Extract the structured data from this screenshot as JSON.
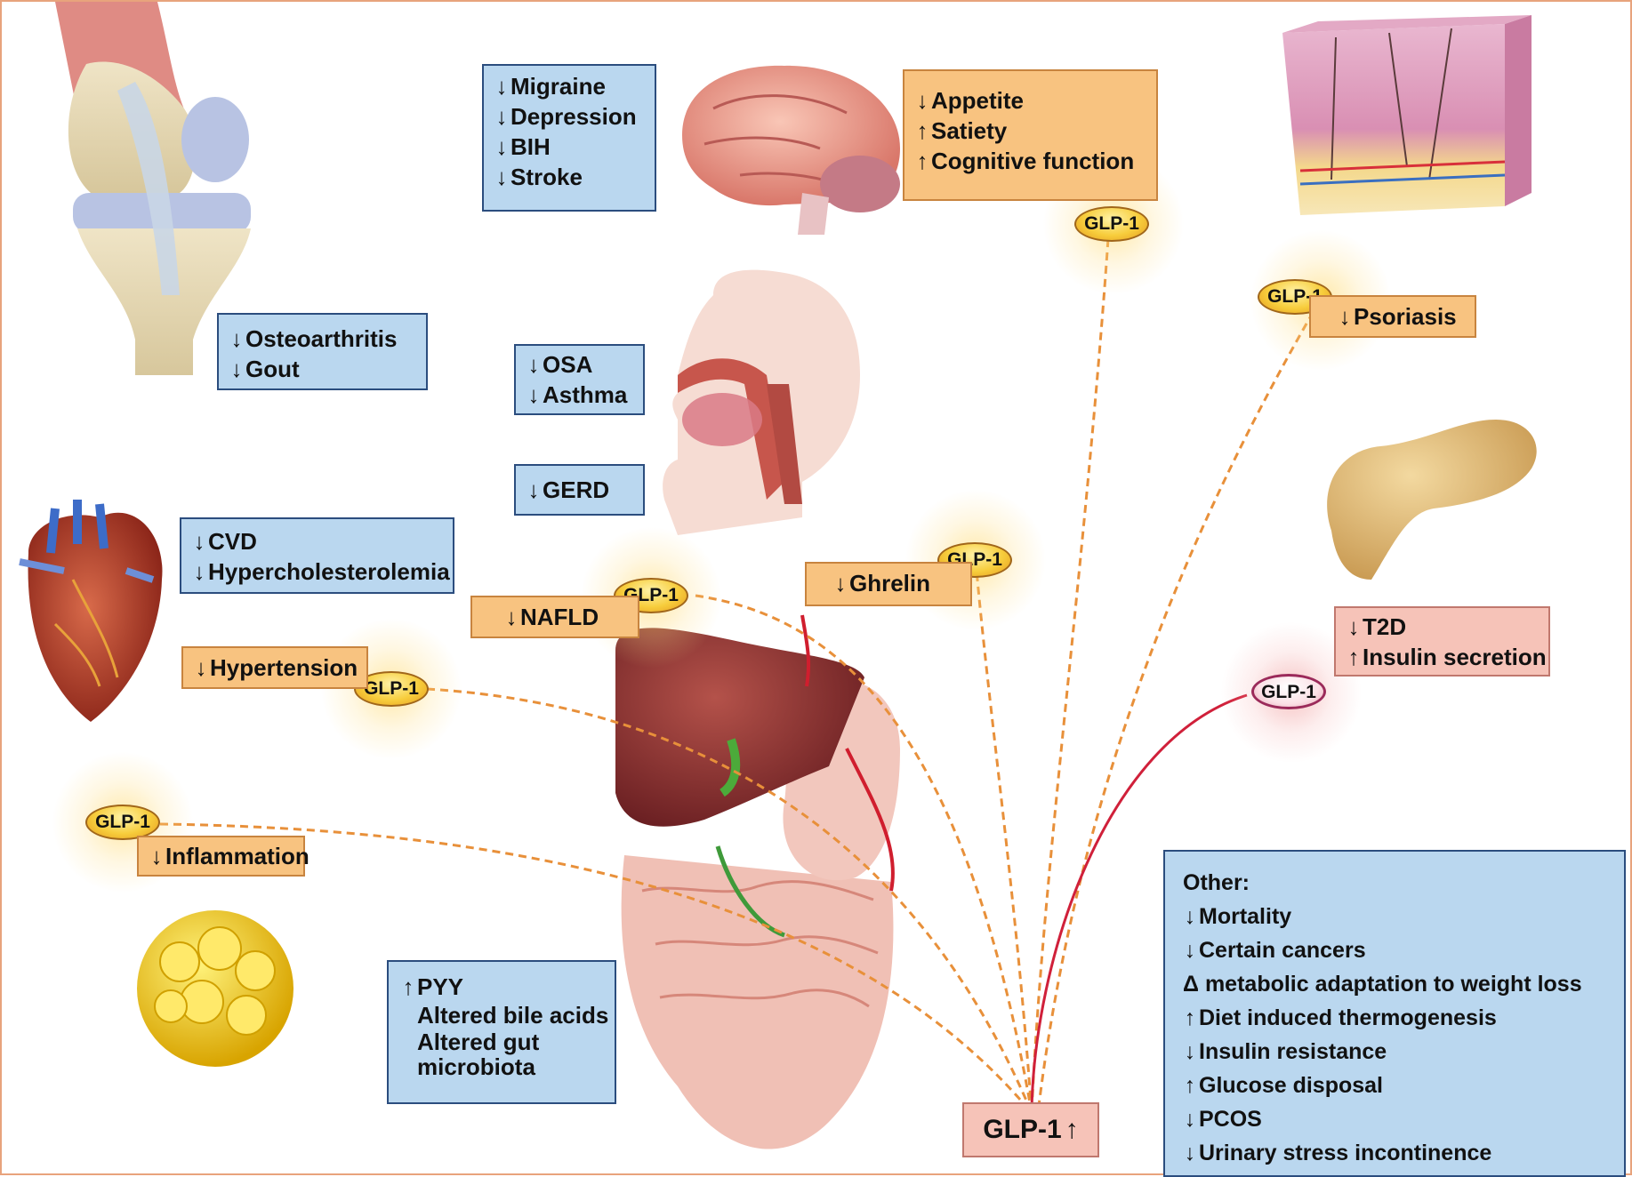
{
  "glp_label": "GLP-1",
  "colors": {
    "blue_box": "#bad7ef",
    "orange_box": "#f8c380",
    "pink_box": "#f6c3b8",
    "dash": "#e8903a",
    "red_line": "#d0203a"
  },
  "boxes": {
    "brain_conditions": {
      "items": [
        {
          "arrow": "↓",
          "text": "Migraine"
        },
        {
          "arrow": "↓",
          "text": "Depression"
        },
        {
          "arrow": "↓",
          "text": "BIH"
        },
        {
          "arrow": "↓",
          "text": "Stroke"
        }
      ]
    },
    "appetite": {
      "items": [
        {
          "arrow": "↓",
          "text": "Appetite"
        },
        {
          "arrow": "↑",
          "text": "Satiety"
        },
        {
          "arrow": "↑",
          "text": "Cognitive function"
        }
      ]
    },
    "joints": {
      "items": [
        {
          "arrow": "↓",
          "text": "Osteoarthritis"
        },
        {
          "arrow": "↓",
          "text": "Gout"
        }
      ]
    },
    "airway": {
      "items": [
        {
          "arrow": "↓",
          "text": "OSA"
        },
        {
          "arrow": "↓",
          "text": "Asthma"
        }
      ]
    },
    "gerd": {
      "items": [
        {
          "arrow": "↓",
          "text": "GERD"
        }
      ]
    },
    "cardio": {
      "items": [
        {
          "arrow": "↓",
          "text": "CVD"
        },
        {
          "arrow": "↓",
          "text": "Hypercholesterolemia"
        }
      ]
    },
    "hypertension": {
      "items": [
        {
          "arrow": "↓",
          "text": "Hypertension"
        }
      ]
    },
    "nafld": {
      "items": [
        {
          "arrow": "↓",
          "text": "NAFLD"
        }
      ]
    },
    "ghrelin": {
      "items": [
        {
          "arrow": "↓",
          "text": "Ghrelin"
        }
      ]
    },
    "inflammation": {
      "items": [
        {
          "arrow": "↓",
          "text": "Inflammation"
        }
      ]
    },
    "psoriasis": {
      "items": [
        {
          "arrow": "↓",
          "text": "Psoriasis"
        }
      ]
    },
    "t2d": {
      "items": [
        {
          "arrow": "↓",
          "text": "T2D"
        },
        {
          "arrow": "↑",
          "text": "Insulin secretion"
        }
      ]
    },
    "gut": {
      "items": [
        {
          "arrow": "↑",
          "text": "PYY"
        },
        {
          "arrow": "",
          "text": "Altered bile acids"
        },
        {
          "arrow": "",
          "text": "Altered gut microbiota"
        }
      ]
    },
    "other": {
      "title": "Other:",
      "items": [
        {
          "arrow": "↓",
          "text": "Mortality"
        },
        {
          "arrow": "↓",
          "text": "Certain cancers"
        },
        {
          "arrow": "Δ",
          "text": "metabolic adaptation to weight loss"
        },
        {
          "arrow": "↑",
          "text": "Diet induced thermogenesis"
        },
        {
          "arrow": "↓",
          "text": "Insulin resistance"
        },
        {
          "arrow": "↑",
          "text": "Glucose disposal"
        },
        {
          "arrow": "↓",
          "text": "PCOS"
        },
        {
          "arrow": "↓",
          "text": "Urinary stress incontinence"
        }
      ]
    }
  },
  "source": {
    "label": "GLP-1",
    "arrow": "↑"
  }
}
